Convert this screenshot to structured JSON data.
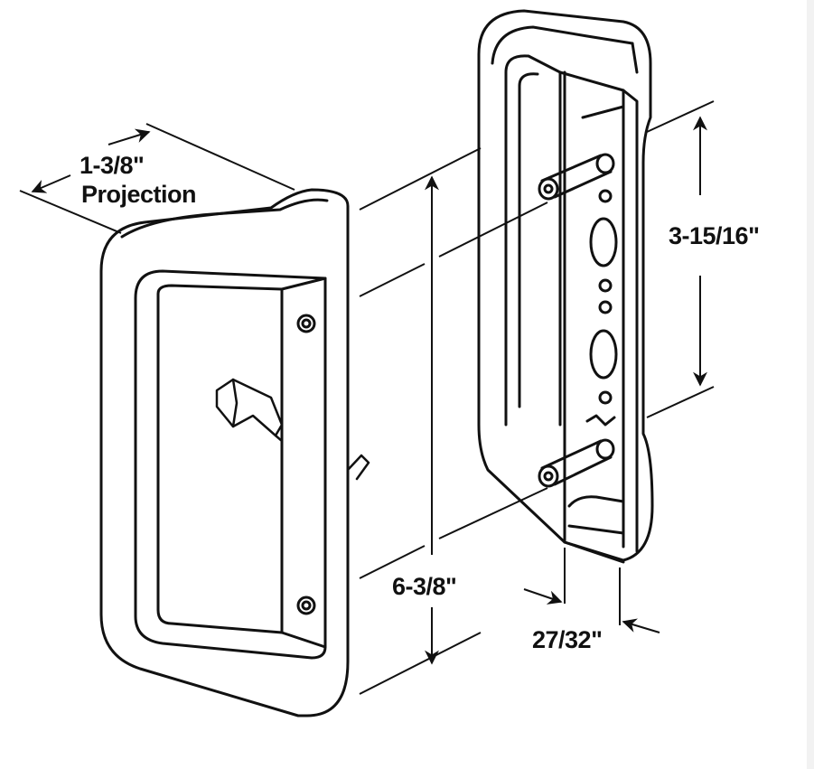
{
  "diagram": {
    "labels": {
      "projection_value": "1-3/8\"",
      "projection_text": "Projection",
      "hole_spacing": "3-15/16\"",
      "overall_length": "6-3/8\"",
      "width": "27/32\""
    },
    "line_color": "#111111",
    "background_color": "#ffffff"
  }
}
